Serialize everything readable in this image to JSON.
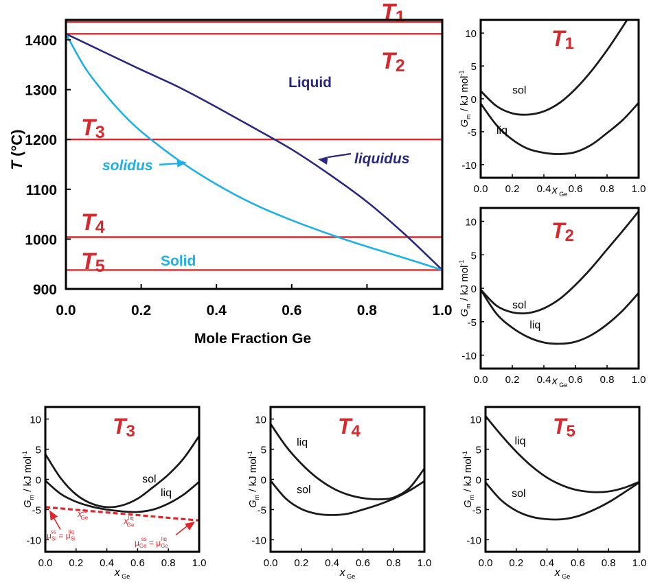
{
  "colors": {
    "frame": "#000000",
    "temperature_line": "#d42a2e",
    "liquidus": "#29287f",
    "solidus": "#1cb0e8",
    "curve": "#1a1a1a",
    "tangent": "#e0252b"
  },
  "chart_data": [
    {
      "id": "phase-diagram",
      "type": "line",
      "xlabel": "Mole Fraction Ge",
      "ylabel": "T (°C)",
      "ylabel_parts": {
        "italic": "T",
        "rest": " (°C)"
      },
      "xlim": [
        0,
        1.0
      ],
      "ylim": [
        900,
        1440
      ],
      "x_ticks": [
        0,
        0.2,
        0.4,
        0.6,
        0.8,
        1.0
      ],
      "x_tick_labels": [
        "0.0",
        "0.2",
        "0.4",
        "0.6",
        "0.8",
        "1.0"
      ],
      "y_ticks": [
        900,
        1000,
        1100,
        1200,
        1300,
        1400
      ],
      "y_tick_labels": [
        "900",
        "1000",
        "1100",
        "1200",
        "1300",
        "1400"
      ],
      "series": [
        {
          "name": "liquidus",
          "x": [
            0,
            0.1,
            0.2,
            0.3,
            0.4,
            0.5,
            0.6,
            0.7,
            0.8,
            0.9,
            1.0
          ],
          "y": [
            1412,
            1376,
            1340,
            1305,
            1265,
            1223,
            1180,
            1130,
            1075,
            1010,
            938
          ]
        },
        {
          "name": "solidus",
          "x": [
            0,
            0.05,
            0.1,
            0.15,
            0.2,
            0.3,
            0.4,
            0.5,
            0.6,
            0.7,
            0.8,
            0.9,
            1.0
          ],
          "y": [
            1412,
            1345,
            1295,
            1252,
            1216,
            1158,
            1110,
            1070,
            1038,
            1010,
            985,
            962,
            938
          ]
        }
      ],
      "temperature_lines": [
        {
          "label": "T1",
          "letter": "T",
          "sub": "1",
          "T": 1436
        },
        {
          "label": "T2",
          "letter": "T",
          "sub": "2",
          "T": 1412
        },
        {
          "label": "T3",
          "letter": "T",
          "sub": "3",
          "T": 1200
        },
        {
          "label": "T4",
          "letter": "T",
          "sub": "4",
          "T": 1004
        },
        {
          "label": "T5",
          "letter": "T",
          "sub": "5",
          "T": 938
        }
      ],
      "annotations": {
        "liquid": "Liquid",
        "solid": "Solid",
        "solidus": "solidus",
        "liquidus": "liquidus"
      }
    },
    {
      "id": "gibbs-T1",
      "type": "line",
      "title": {
        "letter": "T",
        "sub": "1"
      },
      "xlabel": {
        "main": "x",
        "sub": "Ge"
      },
      "ylabel": {
        "main": "G",
        "sub": "m",
        "rest": " / kJ mol",
        "sup": "-1"
      },
      "xlim": [
        0,
        1.0
      ],
      "ylim": [
        -12,
        12
      ],
      "x_ticks": [
        0,
        0.2,
        0.4,
        0.6,
        0.8,
        1.0
      ],
      "x_tick_labels": [
        "0.0",
        "0.2",
        "0.4",
        "0.6",
        "0.8",
        "1.0"
      ],
      "y_ticks": [
        10,
        5,
        0,
        -5,
        -10
      ],
      "y_tick_labels": [
        "10",
        "5",
        "0",
        "-5",
        "-10"
      ],
      "series": [
        {
          "name": "sol",
          "x": [
            0,
            0.1,
            0.2,
            0.3,
            0.4,
            0.5,
            0.6,
            0.7,
            0.8,
            0.9,
            1.0
          ],
          "y": [
            1.2,
            -1.1,
            -2.2,
            -2.4,
            -1.9,
            -0.6,
            1.5,
            4.2,
            7.4,
            11.0,
            14.8
          ]
        },
        {
          "name": "liq",
          "x": [
            0,
            0.1,
            0.2,
            0.3,
            0.4,
            0.5,
            0.6,
            0.7,
            0.8,
            0.9,
            1.0
          ],
          "y": [
            -0.7,
            -4.0,
            -6.2,
            -7.6,
            -8.2,
            -8.4,
            -8.1,
            -7.0,
            -5.2,
            -3.2,
            -0.6
          ]
        }
      ],
      "curve_labels": [
        {
          "text": "sol",
          "x": 0.2,
          "y": 0.8
        },
        {
          "text": "liq",
          "x": 0.1,
          "y": -5.3
        }
      ]
    },
    {
      "id": "gibbs-T2",
      "type": "line",
      "title": {
        "letter": "T",
        "sub": "2"
      },
      "xlabel": {
        "main": "x",
        "sub": "Ge"
      },
      "ylabel": {
        "main": "G",
        "sub": "m",
        "rest": " / kJ mol",
        "sup": "-1"
      },
      "xlim": [
        0,
        1.0
      ],
      "ylim": [
        -12,
        12
      ],
      "x_ticks": [
        0,
        0.2,
        0.4,
        0.6,
        0.8,
        1.0
      ],
      "x_tick_labels": [
        "0.0",
        "0.2",
        "0.4",
        "0.6",
        "0.8",
        "1.0"
      ],
      "y_ticks": [
        10,
        5,
        0,
        -5,
        -10
      ],
      "y_tick_labels": [
        "10",
        "5",
        "0",
        "-5",
        "-10"
      ],
      "series": [
        {
          "name": "sol",
          "x": [
            0,
            0.1,
            0.2,
            0.3,
            0.4,
            0.5,
            0.6,
            0.7,
            0.8,
            0.9,
            1.0
          ],
          "y": [
            -0.2,
            -2.6,
            -3.6,
            -3.7,
            -3.0,
            -1.6,
            0.5,
            3.0,
            5.8,
            8.6,
            11.5
          ]
        },
        {
          "name": "liq",
          "x": [
            0,
            0.1,
            0.2,
            0.3,
            0.4,
            0.5,
            0.6,
            0.7,
            0.8,
            0.9,
            1.0
          ],
          "y": [
            -0.2,
            -3.8,
            -5.9,
            -7.3,
            -8.1,
            -8.3,
            -8.0,
            -7.0,
            -5.4,
            -3.3,
            -0.7
          ]
        }
      ],
      "curve_labels": [
        {
          "text": "sol",
          "x": 0.2,
          "y": -3.0
        },
        {
          "text": "liq",
          "x": 0.31,
          "y": -6.0
        }
      ]
    },
    {
      "id": "gibbs-T3",
      "type": "line",
      "title": {
        "letter": "T",
        "sub": "3"
      },
      "xlabel": {
        "main": "x",
        "sub": "Ge"
      },
      "ylabel": {
        "main": "G",
        "sub": "m",
        "rest": " / kJ mol",
        "sup": "-1"
      },
      "xlim": [
        0,
        1.0
      ],
      "ylim": [
        -12,
        12
      ],
      "x_ticks": [
        0,
        0.2,
        0.4,
        0.6,
        0.8,
        1.0
      ],
      "x_tick_labels": [
        "0.0",
        "0.2",
        "0.4",
        "0.6",
        "0.8",
        "1.0"
      ],
      "y_ticks": [
        10,
        5,
        0,
        -5,
        -10
      ],
      "y_tick_labels": [
        "10",
        "5",
        "0",
        "-5",
        "-10"
      ],
      "series": [
        {
          "name": "sol",
          "x": [
            0,
            0.1,
            0.2,
            0.3,
            0.4,
            0.5,
            0.6,
            0.7,
            0.8,
            0.9,
            1.0
          ],
          "y": [
            4.2,
            0.2,
            -2.5,
            -4.0,
            -4.6,
            -4.3,
            -3.2,
            -1.3,
            0.8,
            3.5,
            7.2
          ]
        },
        {
          "name": "liq",
          "x": [
            0,
            0.1,
            0.2,
            0.3,
            0.4,
            0.5,
            0.6,
            0.7,
            0.8,
            0.9,
            1.0
          ],
          "y": [
            -0.2,
            -2.4,
            -3.7,
            -4.5,
            -5.0,
            -5.3,
            -5.4,
            -5.0,
            -4.0,
            -2.5,
            -0.4
          ]
        },
        {
          "name": "common tangent",
          "x": [
            0,
            1.0
          ],
          "y": [
            -4.6,
            -6.8
          ]
        }
      ],
      "curve_labels": [
        {
          "text": "sol",
          "x": 0.63,
          "y": -0.5
        },
        {
          "text": "liq",
          "x": 0.75,
          "y": -2.8
        }
      ],
      "tangent_annotations": {
        "x_ss": {
          "main": "x",
          "sup": "ss",
          "sub": "Ge"
        },
        "x_liq": {
          "main": "x",
          "sup": "liq",
          "sub": "Ge"
        },
        "mu_si": {
          "left_main": "μ",
          "left_sub": "Si",
          "left_sup": "ss",
          "eq": " = ",
          "right_main": "μ",
          "right_sub": "Si",
          "right_sup": "liq"
        },
        "mu_ge": {
          "left_main": "μ",
          "left_sub": "Ge",
          "left_sup": "ss",
          "eq": " = ",
          "right_main": "μ",
          "right_sub": "Ge",
          "right_sup": "liq"
        }
      }
    },
    {
      "id": "gibbs-T4",
      "type": "line",
      "title": {
        "letter": "T",
        "sub": "4"
      },
      "xlabel": {
        "main": "x",
        "sub": "Ge"
      },
      "ylabel": {
        "main": "G",
        "sub": "m",
        "rest": " / kJ mol",
        "sup": "-1"
      },
      "xlim": [
        0,
        1.0
      ],
      "ylim": [
        -12,
        12
      ],
      "x_ticks": [
        0,
        0.2,
        0.4,
        0.6,
        0.8,
        1.0
      ],
      "x_tick_labels": [
        "0.0",
        "0.2",
        "0.4",
        "0.6",
        "0.8",
        "1.0"
      ],
      "y_ticks": [
        10,
        5,
        0,
        -5,
        -10
      ],
      "y_tick_labels": [
        "10",
        "5",
        "0",
        "-5",
        "-10"
      ],
      "series": [
        {
          "name": "liq",
          "x": [
            0,
            0.1,
            0.2,
            0.3,
            0.4,
            0.5,
            0.6,
            0.7,
            0.8,
            0.9,
            1.0
          ],
          "y": [
            9.2,
            5.5,
            2.6,
            0.3,
            -1.4,
            -2.5,
            -3.1,
            -3.3,
            -3.0,
            -1.5,
            1.8
          ]
        },
        {
          "name": "sol",
          "x": [
            0,
            0.1,
            0.2,
            0.3,
            0.4,
            0.5,
            0.6,
            0.7,
            0.8,
            0.9,
            1.0
          ],
          "y": [
            -0.2,
            -3.2,
            -4.9,
            -5.7,
            -5.9,
            -5.7,
            -5.0,
            -4.2,
            -3.2,
            -1.9,
            -0.3
          ]
        }
      ],
      "curve_labels": [
        {
          "text": "liq",
          "x": 0.17,
          "y": 5.6
        },
        {
          "text": "sol",
          "x": 0.17,
          "y": -2.3
        }
      ]
    },
    {
      "id": "gibbs-T5",
      "type": "line",
      "title": {
        "letter": "T",
        "sub": "5"
      },
      "xlabel": {
        "main": "x",
        "sub": "Ge"
      },
      "ylabel": {
        "main": "G",
        "sub": "m",
        "rest": " / kJ mol",
        "sup": "-1"
      },
      "xlim": [
        0,
        1.0
      ],
      "ylim": [
        -12,
        12
      ],
      "x_ticks": [
        0,
        0.2,
        0.4,
        0.6,
        0.8,
        1.0
      ],
      "x_tick_labels": [
        "0.0",
        "0.2",
        "0.4",
        "0.6",
        "0.8",
        "1.0"
      ],
      "y_ticks": [
        10,
        5,
        0,
        -5,
        -10
      ],
      "y_tick_labels": [
        "10",
        "5",
        "0",
        "-5",
        "-10"
      ],
      "series": [
        {
          "name": "liq",
          "x": [
            0,
            0.1,
            0.2,
            0.3,
            0.4,
            0.5,
            0.6,
            0.7,
            0.8,
            0.9,
            1.0
          ],
          "y": [
            10.5,
            7.4,
            4.6,
            2.2,
            0.3,
            -1.0,
            -1.8,
            -2.1,
            -2.0,
            -1.4,
            -0.4
          ]
        },
        {
          "name": "sol",
          "x": [
            0,
            0.1,
            0.2,
            0.3,
            0.4,
            0.5,
            0.6,
            0.7,
            0.8,
            0.9,
            1.0
          ],
          "y": [
            -0.5,
            -3.4,
            -5.2,
            -6.2,
            -6.6,
            -6.6,
            -6.1,
            -5.1,
            -3.8,
            -2.2,
            -0.5
          ]
        }
      ],
      "curve_labels": [
        {
          "text": "liq",
          "x": 0.19,
          "y": 5.8
        },
        {
          "text": "sol",
          "x": 0.17,
          "y": -2.9
        }
      ]
    }
  ]
}
